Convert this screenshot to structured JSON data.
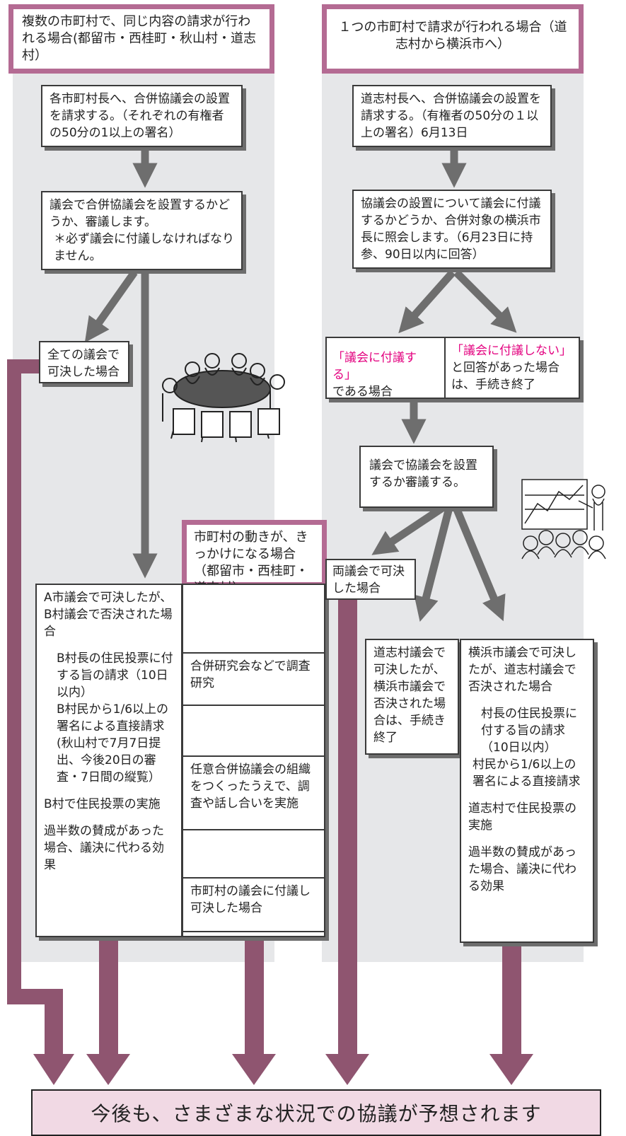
{
  "left": {
    "header": "複数の市町村で、同じ内容の請求が行われる場合(都留市・西桂町・秋山村・道志村）",
    "step1": "各市町村長へ、合併協議会の設置を請求する。（それぞれの有権者の50分の1以上の署名）",
    "step2": "議会で合併協議会を設置するかどうか、審議します。",
    "step2_note": "＊必ず議会に付議しなければなりません。",
    "all_pass": "全ての議会で可決した場合",
    "case_title": "A市議会で可決したが、B村議会で否決された場合",
    "case_request": "B村長の住民投票に付する旨の請求（10日以内）",
    "case_petition": "B村民から1/6以上の署名による直接請求 (秋山村で7月7日提出、今後20日の審査・7日間の縦覧）",
    "case_vote": "B村で住民投票の実施",
    "case_result": "過半数の賛成があった場合、議決に代わる効果"
  },
  "middle": {
    "header": "市町村の動きが、きっかけになる場合（都留市・西桂町・道志村）",
    "step1": "合併研究会などで調査研究",
    "step2": "任意合併協議会の組織をつくったうえで、調査や話し合いを実施",
    "step3": "市町村の議会に付議し可決した場合"
  },
  "right": {
    "header": "１つの市町村で請求が行われる場合（道志村から横浜市へ）",
    "step1": "道志村長へ、合併協議会の設置を請求する。（有権者の50分の１以上の署名）6月13日",
    "step2": "協議会の設置について議会に付議するかどうか、合併対象の横浜市長に照会します。（6月23日に持参、90日以内に回答）",
    "branch_yes_quote": "「議会に付議する」",
    "branch_yes_text": "である場合",
    "branch_no_quote": "「議会に付議しない」",
    "branch_no_text": "と回答があった場合は、手続き終了",
    "step3": "議会で協議会を設置するか審議する。",
    "both_pass": "両議会で可決した場合",
    "case_a": "道志村議会で可決したが、横浜市議会で否決された場合は、手続き終了",
    "case_b_title": "横浜市議会で可決したが、道志村議会で否決された場合",
    "case_b_request": "村長の住民投票に付する旨の請求（10日以内）",
    "case_b_petition": "村民から1/6以上の署名による直接請求",
    "case_b_vote": "道志村で住民投票の実施",
    "case_b_result": "過半数の賛成があった場合、議決に代わる効果"
  },
  "footer": "今後も、さまざまな状況での協議が予想されます",
  "colors": {
    "accent_purple": "#8f5570",
    "header_border": "#b46b93",
    "arrow_gray": "#6e6e6e",
    "lane_gray": "#e6e7e9",
    "highlight_pink": "#e3007f",
    "footer_bg": "#f1d9e4"
  }
}
